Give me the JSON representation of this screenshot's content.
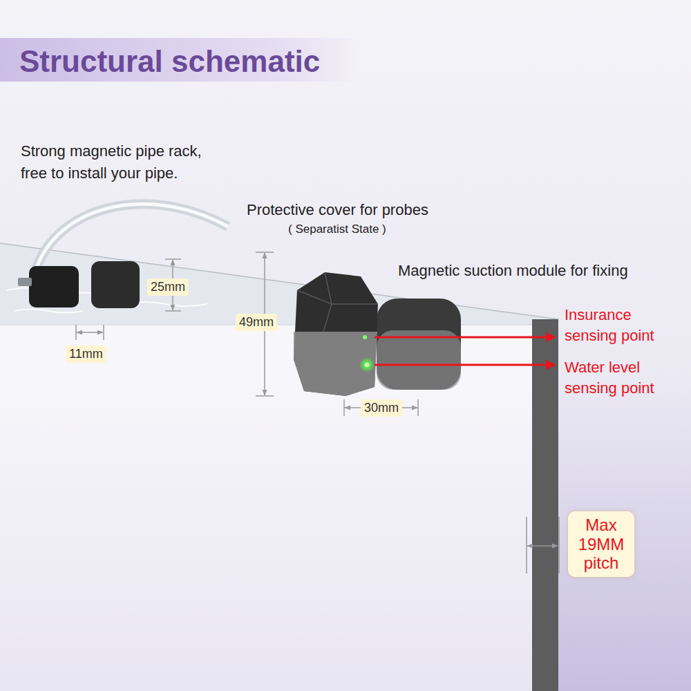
{
  "diagram": {
    "title": "Structural schematic",
    "nodes": [
      {
        "text": [
          "Max 19MM pitch"
        ]
      }
    ],
    "labels": [
      "Strong magnetic pipe rack, free to install your pipe.",
      "Protective cover for probes",
      "( Separatist State )",
      "Magnetic suction module for fixing",
      "25mm",
      "49mm",
      "11mm",
      "30mm",
      "Insurance sensing point",
      "Water level sensing point"
    ]
  }
}
